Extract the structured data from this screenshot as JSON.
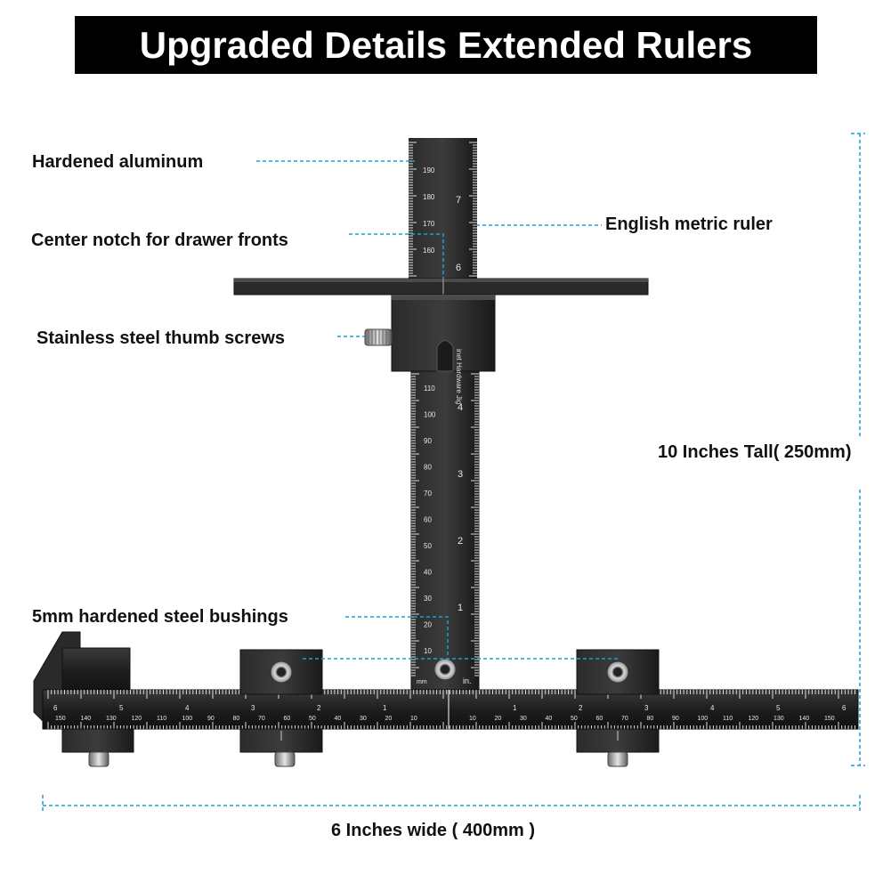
{
  "title": "Upgraded Details Extended Rulers",
  "callouts": {
    "hardened_aluminum": "Hardened aluminum",
    "center_notch": "Center notch for drawer fronts",
    "thumb_screws": "Stainless steel thumb screws",
    "bushings": "5mm hardened steel bushings",
    "english_metric": "English metric ruler"
  },
  "dimensions": {
    "height": "10 Inches Tall( 250mm)",
    "width": "6 Inches wide ( 400mm )"
  },
  "ruler_marks": {
    "vertical_top_mm": [
      "190",
      "180",
      "170",
      "160"
    ],
    "vertical_top_in": [
      "7",
      "6"
    ],
    "vertical_mm": [
      "110",
      "100",
      "90",
      "80",
      "70",
      "60",
      "50",
      "40",
      "30",
      "20",
      "10"
    ],
    "vertical_in": [
      "4",
      "3",
      "2",
      "1"
    ],
    "unit_mm": "mm",
    "unit_in": "in.",
    "engraving": "inet Hardware Jig",
    "horizontal_mm_left": [
      "150",
      "140",
      "130",
      "120",
      "110",
      "100",
      "90",
      "80",
      "70",
      "60",
      "50",
      "40",
      "30",
      "20",
      "10"
    ],
    "horizontal_mm_right": [
      "10",
      "20",
      "30",
      "40",
      "50",
      "60",
      "70",
      "80",
      "90",
      "100",
      "110",
      "120",
      "130",
      "140",
      "150"
    ],
    "horizontal_in_left": [
      "6",
      "5",
      "4",
      "3",
      "2",
      "1"
    ],
    "horizontal_in_right": [
      "1",
      "2",
      "3",
      "4",
      "5",
      "6"
    ]
  },
  "colors": {
    "accent_dashed": "#1a9fd6",
    "anodized_black": "#1c1c1c",
    "title_bg": "#000000"
  }
}
